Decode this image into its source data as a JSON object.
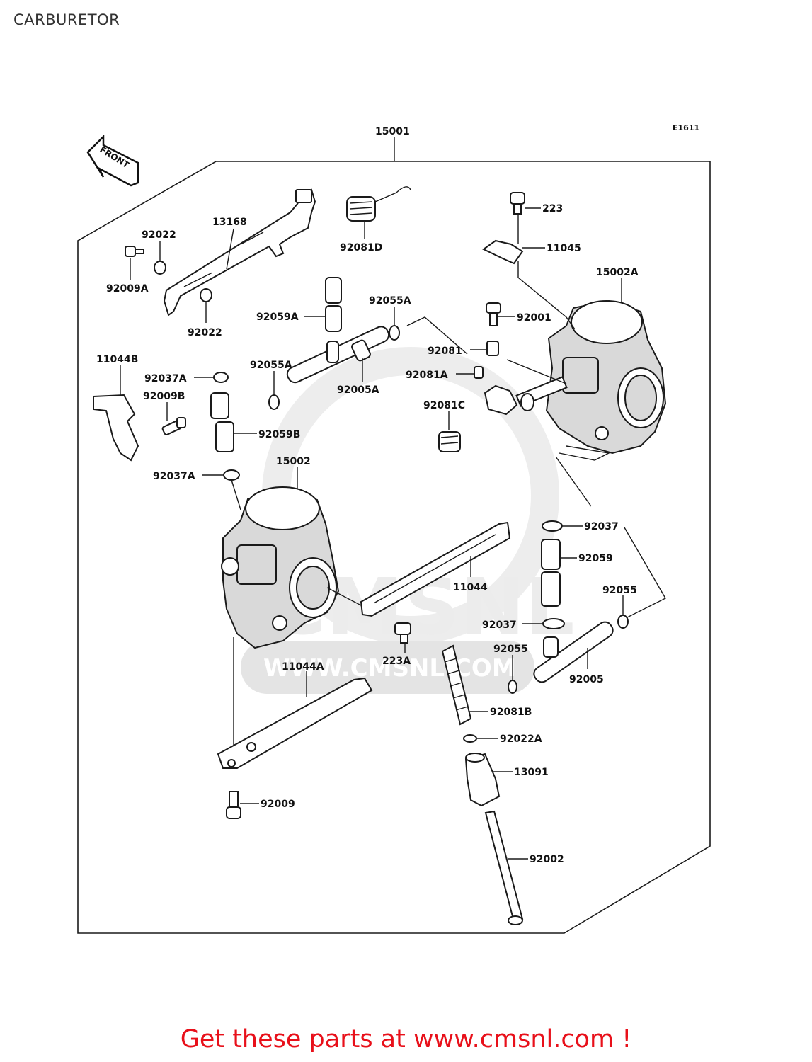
{
  "page": {
    "title": "CARBURETOR",
    "promo_text": "Get these parts at www.cmsnl.com !"
  },
  "diagram": {
    "figure_code": "E1611",
    "front_label": "FRONT",
    "watermark_text": "WWW.CMSNL.COM",
    "watermark_logo": "CMSNL",
    "callouts": {
      "p15001": "15001",
      "p13168": "13168",
      "p92022_top": "92022",
      "p92009A": "92009A",
      "p92022_bot": "92022",
      "p92081D": "92081D",
      "p223": "223",
      "p11045": "11045",
      "p15002A": "15002A",
      "p92059A": "92059A",
      "p92055A_top": "92055A",
      "p92001": "92001",
      "p92081": "92081",
      "p11044B": "11044B",
      "p92037A_top": "92037A",
      "p92055A_left": "92055A",
      "p92005A": "92005A",
      "p92081A": "92081A",
      "p92009B": "92009B",
      "p92081C": "92081C",
      "p92059B": "92059B",
      "p15002": "15002",
      "p92037A_bot": "92037A",
      "p92037_top": "92037",
      "p92059": "92059",
      "p11044": "11044",
      "p92055_right": "92055",
      "p92037_bot": "92037",
      "p223A": "223A",
      "p92055_mid": "92055",
      "p92005": "92005",
      "p11044A": "11044A",
      "p92081B": "92081B",
      "p92022A": "92022A",
      "p13091": "13091",
      "p92009": "92009",
      "p92002": "92002"
    }
  },
  "colors": {
    "promo": "#e8101a",
    "line": "#1a1a1a",
    "part_shade": "#d9d9d9",
    "watermark": "#ececec"
  }
}
